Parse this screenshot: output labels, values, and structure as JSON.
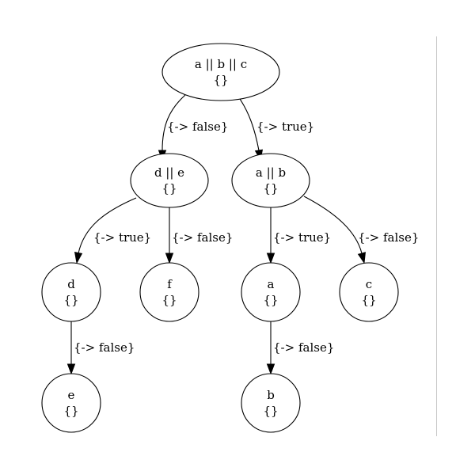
{
  "diagram": {
    "type": "decision-tree",
    "nodes": {
      "root": {
        "label": "a || b || c",
        "sublabel": "{}"
      },
      "de": {
        "label": "d || e",
        "sublabel": "{}"
      },
      "ab": {
        "label": "a || b",
        "sublabel": "{}"
      },
      "d": {
        "label": "d",
        "sublabel": "{}"
      },
      "f": {
        "label": "f",
        "sublabel": "{}"
      },
      "a": {
        "label": "a",
        "sublabel": "{}"
      },
      "c": {
        "label": "c",
        "sublabel": "{}"
      },
      "e": {
        "label": "e",
        "sublabel": "{}"
      },
      "b": {
        "label": "b",
        "sublabel": "{}"
      }
    },
    "edges": {
      "root_de": {
        "from": "root",
        "to": "de",
        "label": "{-> false}"
      },
      "root_ab": {
        "from": "root",
        "to": "ab",
        "label": "{-> true}"
      },
      "de_d": {
        "from": "de",
        "to": "d",
        "label": "{-> true}"
      },
      "de_f": {
        "from": "de",
        "to": "f",
        "label": "{-> false}"
      },
      "ab_a": {
        "from": "ab",
        "to": "a",
        "label": "{-> true}"
      },
      "ab_c": {
        "from": "ab",
        "to": "c",
        "label": "{-> false}"
      },
      "d_e": {
        "from": "d",
        "to": "e",
        "label": "{-> false}"
      },
      "a_b": {
        "from": "a",
        "to": "b",
        "label": "{-> false}"
      }
    }
  }
}
